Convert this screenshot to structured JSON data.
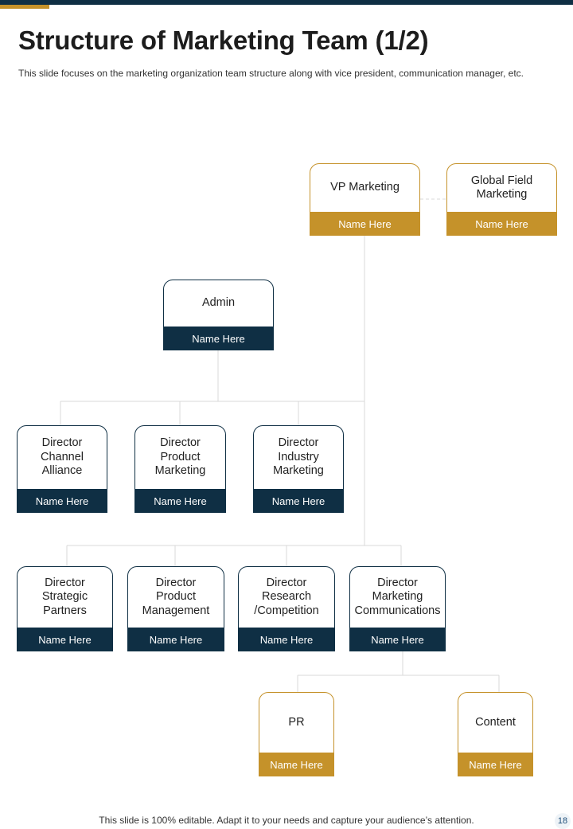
{
  "slide": {
    "title": "Structure of Marketing Team (1/2)",
    "subtitle": "This slide focuses on the marketing organization team structure along with vice president, communication manager, etc.",
    "footer": "This slide is 100% editable. Adapt it to your needs and capture your audience’s attention.",
    "page_number": "18"
  },
  "colors": {
    "navy": "#0f2f44",
    "gold": "#c5922a",
    "connector": "#d9d9d9"
  },
  "org": {
    "vp_marketing": {
      "title": "VP Marketing",
      "name": "Name Here"
    },
    "global_field_marketing": {
      "title": "Global Field\nMarketing",
      "name": "Name Here"
    },
    "admin": {
      "title": "Admin",
      "name": "Name Here"
    },
    "director_channel_alliance": {
      "title": "Director\nChannel\nAlliance",
      "name": "Name Here"
    },
    "director_product_marketing": {
      "title": "Director\nProduct\nMarketing",
      "name": "Name Here"
    },
    "director_industry_marketing": {
      "title": "Director\nIndustry\nMarketing",
      "name": "Name Here"
    },
    "director_strategic_partners": {
      "title": "Director\nStrategic\nPartners",
      "name": "Name Here"
    },
    "director_product_management": {
      "title": "Director\nProduct\nManagement",
      "name": "Name Here"
    },
    "director_research_competition": {
      "title": "Director\nResearch\n/Competition",
      "name": "Name Here"
    },
    "director_marketing_communications": {
      "title": "Director\nMarketing\nCommunications",
      "name": "Name Here"
    },
    "pr": {
      "title": "PR",
      "name": "Name Here"
    },
    "content": {
      "title": "Content",
      "name": "Name Here"
    }
  }
}
